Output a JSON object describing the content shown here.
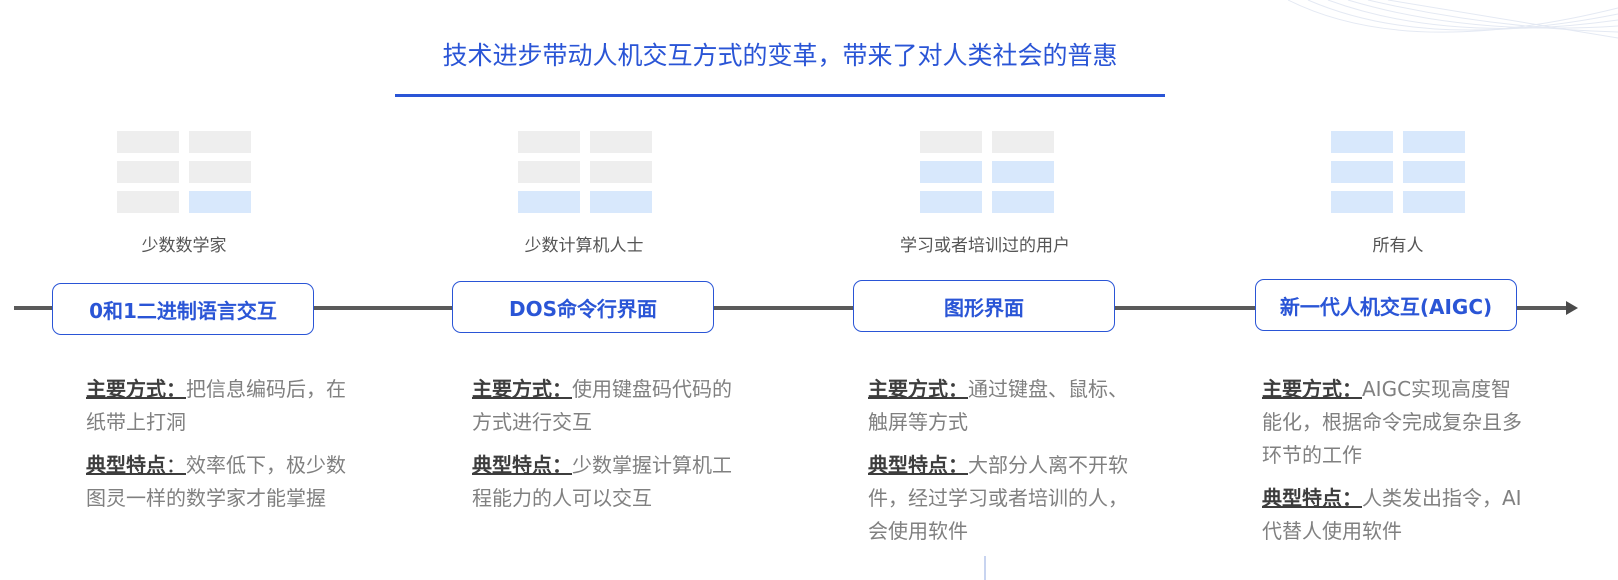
{
  "title": "技术进步带动人机交互方式的变革，带来了对人类社会的普惠",
  "colors": {
    "accent": "#2a55d6",
    "line": "#5a5a5a",
    "cell_off": "#eeeeee",
    "cell_on": "#d8e8fc"
  },
  "stages": [
    {
      "audience": "少数数学家",
      "name": "0和1二进制语言交互",
      "highlighted_cells": 1,
      "method_label": "主要方式：",
      "method_text": "把信息编码后，在纸带上打洞",
      "feature_label": "典型特点",
      "feature_sep": "：",
      "feature_text": "效率低下，极少数图灵一样的数学家才能掌握"
    },
    {
      "audience": "少数计算机人士",
      "name": "DOS命令行界面",
      "highlighted_cells": 2,
      "method_label": "主要方式：",
      "method_text": "使用键盘码代码的方式进行交互",
      "feature_label": "典型特点：",
      "feature_sep": "",
      "feature_text": "少数掌握计算机工程能力的人可以交互"
    },
    {
      "audience": "学习或者培训过的用户",
      "name": "图形界面",
      "highlighted_cells": 4,
      "method_label": "主要方式：",
      "method_text": "通过键盘、鼠标、触屏等方式",
      "feature_label": "典型特点：",
      "feature_sep": "",
      "feature_text": "大部分人离不开软件，经过学习或者培训的人，会使用软件"
    },
    {
      "audience": "所有人",
      "name": "新一代人机交互(AIGC)",
      "highlighted_cells": 6,
      "method_label": "主要方式：",
      "method_text": "AIGC实现高度智能化，根据命令完成复杂且多环节的工作",
      "feature_label": "典型特点：",
      "feature_sep": "",
      "feature_text": "人类发出指令，AI代替人使用软件"
    }
  ]
}
